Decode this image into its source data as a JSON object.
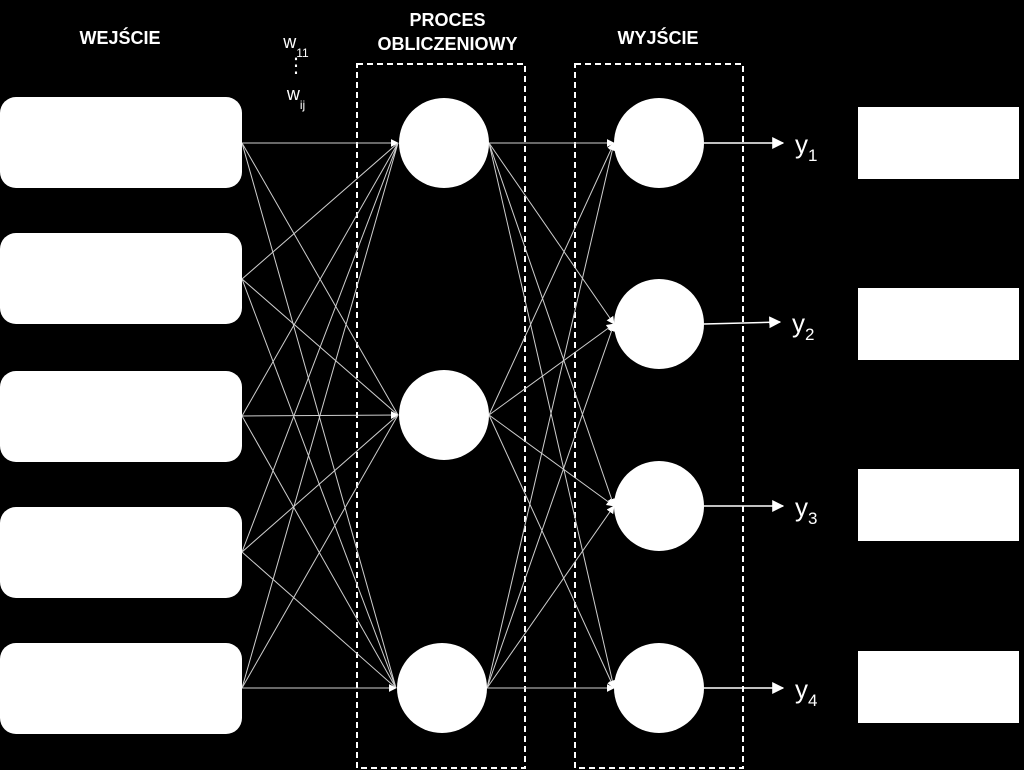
{
  "diagram": {
    "title_input": "WEJŚCIE",
    "title_hidden_line1": "PROCES",
    "title_hidden_line2": "OBLICZENIOWY",
    "title_output": "WYJŚCIE",
    "weight_first": {
      "base": "w",
      "sub": "11"
    },
    "weight_dots": "⋮",
    "weight_last": {
      "base": "w",
      "sub": "ij"
    },
    "outputs": [
      {
        "base": "y",
        "sub": "1"
      },
      {
        "base": "y",
        "sub": "2"
      },
      {
        "base": "y",
        "sub": "3"
      },
      {
        "base": "y",
        "sub": "4"
      }
    ],
    "counts": {
      "inputs": 5,
      "hidden": 3,
      "outputs": 4
    },
    "colors": {
      "background": "#000000",
      "foreground": "#ffffff",
      "connection": "#cfcfcf"
    }
  }
}
